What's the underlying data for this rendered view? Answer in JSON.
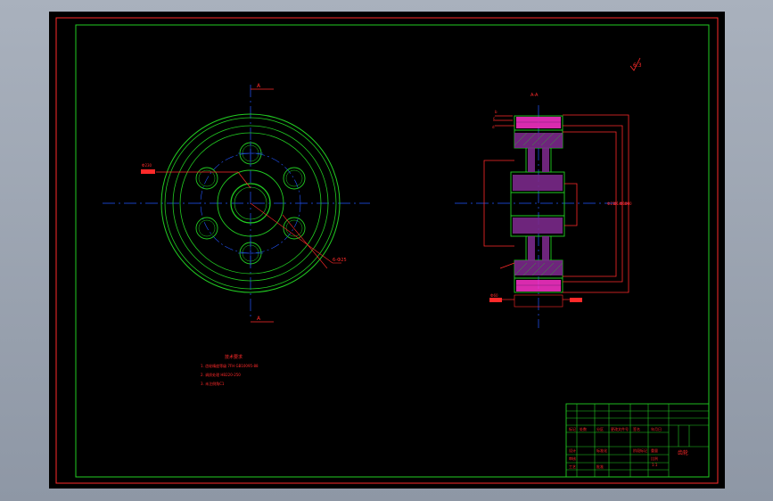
{
  "colors": {
    "background": "#000000",
    "border": "#ff2a2a",
    "frame": "#22cc22",
    "geometry": "#22cc22",
    "centerline": "#2255ff",
    "dimension": "#ff2a2a",
    "hatch": "#ff33cc"
  },
  "drawing": {
    "roughness_symbol": "6.3",
    "section_label": "A-A",
    "cut_mark_top": "A",
    "cut_mark_bottom": "A",
    "front_view": {
      "leader_tag": "Ф230",
      "hole_callout": "6-Ф25"
    },
    "section_view": {
      "bottom_tag": "Ф60",
      "left_dims": [
        "b",
        "c",
        "d"
      ],
      "right_dims": [
        "Ф210",
        "Ф140",
        "Ф100",
        "Ф60"
      ]
    }
  },
  "notes": {
    "title": "技术要求",
    "items": [
      "1. 齿轮精度等级 7FH GB10095-88",
      "2. 调质处理 HB220-250",
      "3. 未注倒角C1"
    ]
  },
  "title_block": {
    "part_name": "齿轮",
    "cells": [
      "标记",
      "处数",
      "分区",
      "更改文件号",
      "签名",
      "年月日",
      "设计",
      "标准化",
      "审核",
      "工艺",
      "批准",
      "阶段标记",
      "重量",
      "比例",
      "1:1"
    ]
  }
}
